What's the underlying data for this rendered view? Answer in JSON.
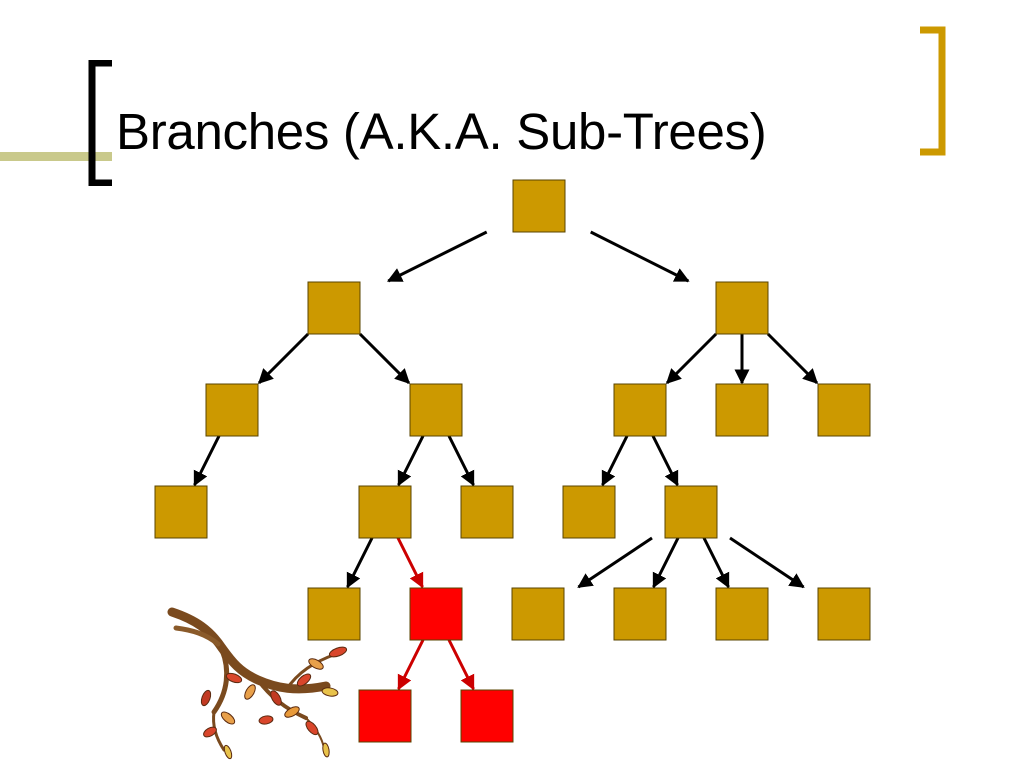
{
  "slide": {
    "title": "Branches (A.K.A. Sub-Trees)"
  },
  "colors": {
    "node_fill": "#cc9900",
    "node_highlight": "#ff0000",
    "edge": "#000000",
    "edge_highlight": "#cc0000",
    "bracket": "#000000",
    "accent_bracket": "#cc9900",
    "title_rule": "#c9c98b"
  },
  "icons": {
    "decoration": "autumn-branch-icon"
  },
  "tree": {
    "nodes": [
      {
        "id": "n0",
        "highlighted": false
      },
      {
        "id": "n1",
        "highlighted": false
      },
      {
        "id": "n2",
        "highlighted": false
      },
      {
        "id": "n3",
        "highlighted": false
      },
      {
        "id": "n4",
        "highlighted": false
      },
      {
        "id": "n5",
        "highlighted": false
      },
      {
        "id": "n6",
        "highlighted": false
      },
      {
        "id": "n7",
        "highlighted": false
      },
      {
        "id": "n8",
        "highlighted": false
      },
      {
        "id": "n9",
        "highlighted": false
      },
      {
        "id": "n10",
        "highlighted": false
      },
      {
        "id": "n11",
        "highlighted": false
      },
      {
        "id": "n12",
        "highlighted": false
      },
      {
        "id": "n13",
        "highlighted": true
      },
      {
        "id": "n14",
        "highlighted": false
      },
      {
        "id": "n15",
        "highlighted": false
      },
      {
        "id": "n16",
        "highlighted": false
      },
      {
        "id": "n17",
        "highlighted": false
      },
      {
        "id": "n18",
        "highlighted": true
      },
      {
        "id": "n19",
        "highlighted": true
      }
    ],
    "edges": [
      {
        "from": "n0",
        "to": "n1",
        "highlighted": false
      },
      {
        "from": "n0",
        "to": "n2",
        "highlighted": false
      },
      {
        "from": "n1",
        "to": "n3",
        "highlighted": false
      },
      {
        "from": "n1",
        "to": "n4",
        "highlighted": false
      },
      {
        "from": "n2",
        "to": "n5",
        "highlighted": false
      },
      {
        "from": "n2",
        "to": "n6",
        "highlighted": false
      },
      {
        "from": "n2",
        "to": "n7",
        "highlighted": false
      },
      {
        "from": "n3",
        "to": "n8",
        "highlighted": false
      },
      {
        "from": "n4",
        "to": "n9",
        "highlighted": false
      },
      {
        "from": "n4",
        "to": "n10",
        "highlighted": false
      },
      {
        "from": "n5",
        "to": "n11",
        "highlighted": false
      },
      {
        "from": "n5",
        "to": "n12",
        "highlighted": false
      },
      {
        "from": "n9",
        "to": "n13",
        "highlighted": true
      },
      {
        "from": "n9",
        "to": "n14",
        "highlighted": false
      },
      {
        "from": "n12",
        "to": "n15",
        "highlighted": false
      },
      {
        "from": "n12",
        "to": "n16",
        "highlighted": false
      },
      {
        "from": "n12",
        "to": "n17",
        "highlighted": false
      },
      {
        "from": "n12",
        "to": "n20",
        "highlighted": false
      },
      {
        "from": "n13",
        "to": "n18",
        "highlighted": true
      },
      {
        "from": "n13",
        "to": "n19",
        "highlighted": true
      }
    ]
  }
}
